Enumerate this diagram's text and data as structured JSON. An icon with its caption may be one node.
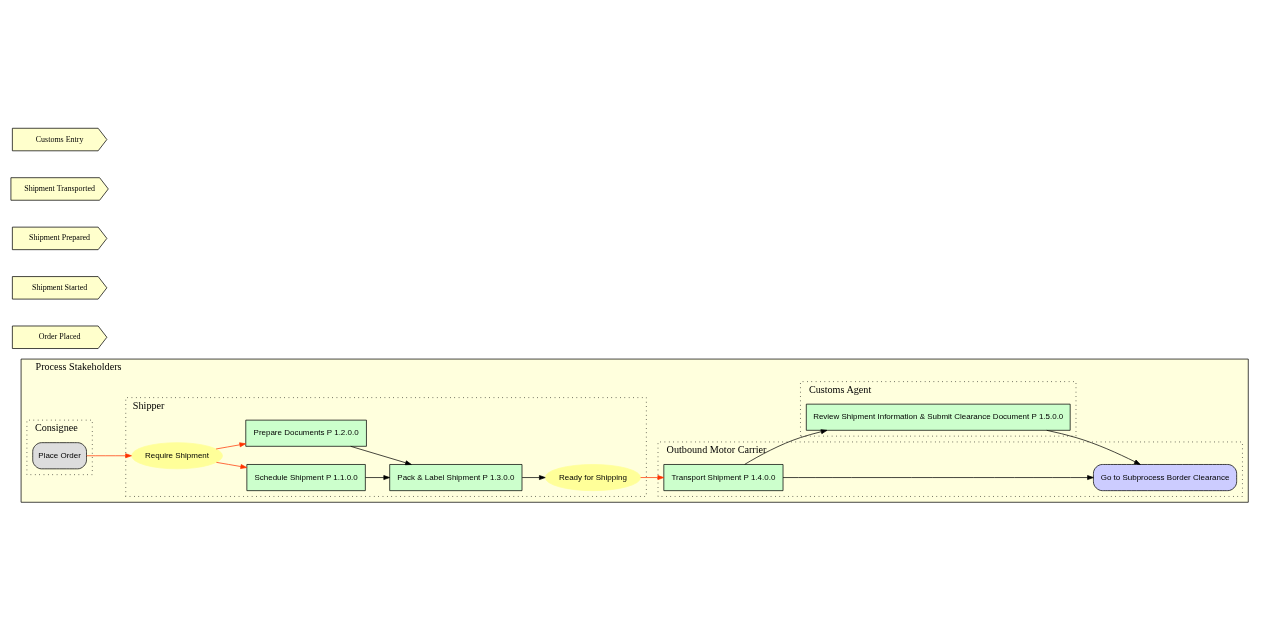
{
  "diagram": {
    "nodes": [
      {
        "text": [
          "Process Stakeholders"
        ]
      },
      {
        "text": [
          "Consignee"
        ],
        "in": 0
      },
      {
        "text": [
          "Shipper"
        ],
        "in": 0
      },
      {
        "text": [
          "Outbound Motor Carrier"
        ],
        "in": 0
      },
      {
        "text": [
          "Customs Agent"
        ],
        "in": 0
      },
      {
        "text": [
          "Order Placed"
        ]
      },
      {
        "text": [
          "Shipment Started"
        ]
      },
      {
        "text": [
          "Shipment Prepared"
        ]
      },
      {
        "text": [
          "Shipment Transported"
        ]
      },
      {
        "text": [
          "Customs Entry"
        ]
      },
      {
        "text": [
          "Place Order"
        ],
        "in": 1
      },
      {
        "text": [
          "Require Shipment"
        ],
        "in": 2
      },
      {
        "text": [
          "Schedule Shipment P 1.1.0.0"
        ],
        "in": 2
      },
      {
        "text": [
          "Prepare Documents P 1.2.0.0"
        ],
        "in": 2
      },
      {
        "text": [
          "Pack & Label Shipment P 1.3.0.0"
        ],
        "in": 2
      },
      {
        "text": [
          "Ready for Shipping"
        ],
        "in": 2
      },
      {
        "text": [
          "Transport Shipment P 1.4.0.0"
        ],
        "in": 3
      },
      {
        "text": [
          "Go to Subprocess Border Clearance"
        ],
        "in": 3
      },
      {
        "text": [
          "Review Shipment Information & Submit Clearance Document P 1.5.0.0"
        ],
        "in": 4
      }
    ],
    "edges": [
      {
        "from": 10,
        "to": 11,
        "arrow": "to",
        "color": "#ff3300"
      },
      {
        "from": 11,
        "to": 12,
        "arrow": "to",
        "color": "#ff3300"
      },
      {
        "from": 11,
        "to": 13,
        "arrow": "to",
        "color": "#ff3300"
      },
      {
        "from": 12,
        "to": 14,
        "arrow": "to"
      },
      {
        "from": 13,
        "to": 14,
        "arrow": "to"
      },
      {
        "from": 14,
        "to": 15,
        "arrow": "to"
      },
      {
        "from": 15,
        "to": 16,
        "arrow": "to",
        "color": "#ff3300"
      },
      {
        "from": 16,
        "to": 17,
        "arrow": "to"
      },
      {
        "from": 16,
        "to": 18,
        "arrow": "to"
      },
      {
        "from": 18,
        "to": 17,
        "arrow": "to"
      }
    ]
  }
}
